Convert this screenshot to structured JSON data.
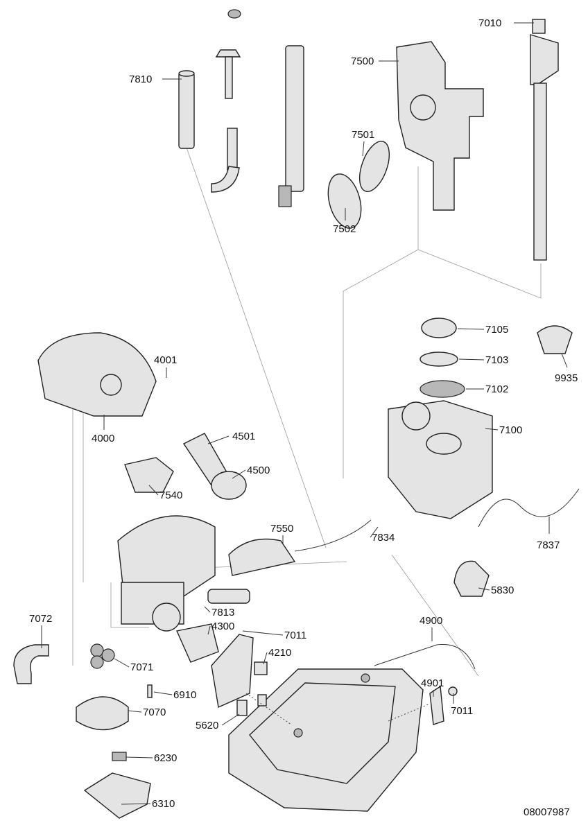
{
  "diagram": {
    "drawing_number": "08007987",
    "part_labels": [
      "7810",
      "7500",
      "7010",
      "7501",
      "7502",
      "7105",
      "7103",
      "7102",
      "9935",
      "4001",
      "4000",
      "4501",
      "4500",
      "7100",
      "7540",
      "7550",
      "7834",
      "7837",
      "5830",
      "7813",
      "4300",
      "7072",
      "7011",
      "4900",
      "4210",
      "7071",
      "6910",
      "4901",
      "7011",
      "7070",
      "5620",
      "6230",
      "6310"
    ]
  }
}
